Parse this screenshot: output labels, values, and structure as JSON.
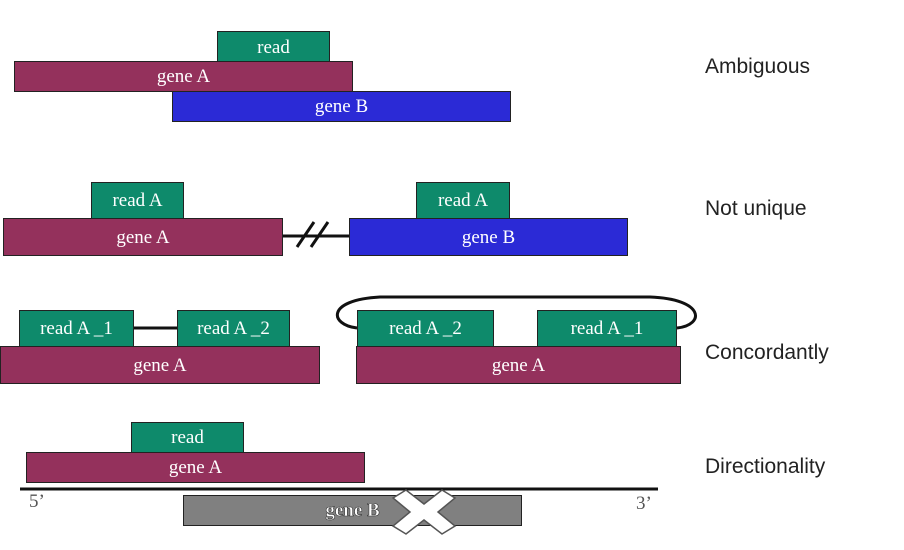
{
  "sections": {
    "ambiguous": {
      "title": "Ambiguous",
      "read": "read",
      "gene_a": "gene A",
      "gene_b": "gene B"
    },
    "not_unique": {
      "title": "Not unique",
      "read_left": "read A",
      "gene_a": "gene A",
      "read_right": "read A",
      "gene_b": "gene B"
    },
    "concordantly": {
      "title": "Concordantly",
      "left_read_1": "read A _1",
      "left_read_2": "read A _2",
      "left_gene": "gene A",
      "right_read_2": "read A _2",
      "right_read_1": "read A _1",
      "right_gene": "gene A"
    },
    "directionality": {
      "title": "Directionality",
      "read": "read",
      "gene_a": "gene A",
      "gene_b": "gene B",
      "five_prime": "5’",
      "three_prime": "3’"
    }
  },
  "colors": {
    "read": "#0e8a6b",
    "gene_a": "#94315c",
    "gene_b": "#2b2ad6",
    "gene_b_crossed": "#808080"
  }
}
